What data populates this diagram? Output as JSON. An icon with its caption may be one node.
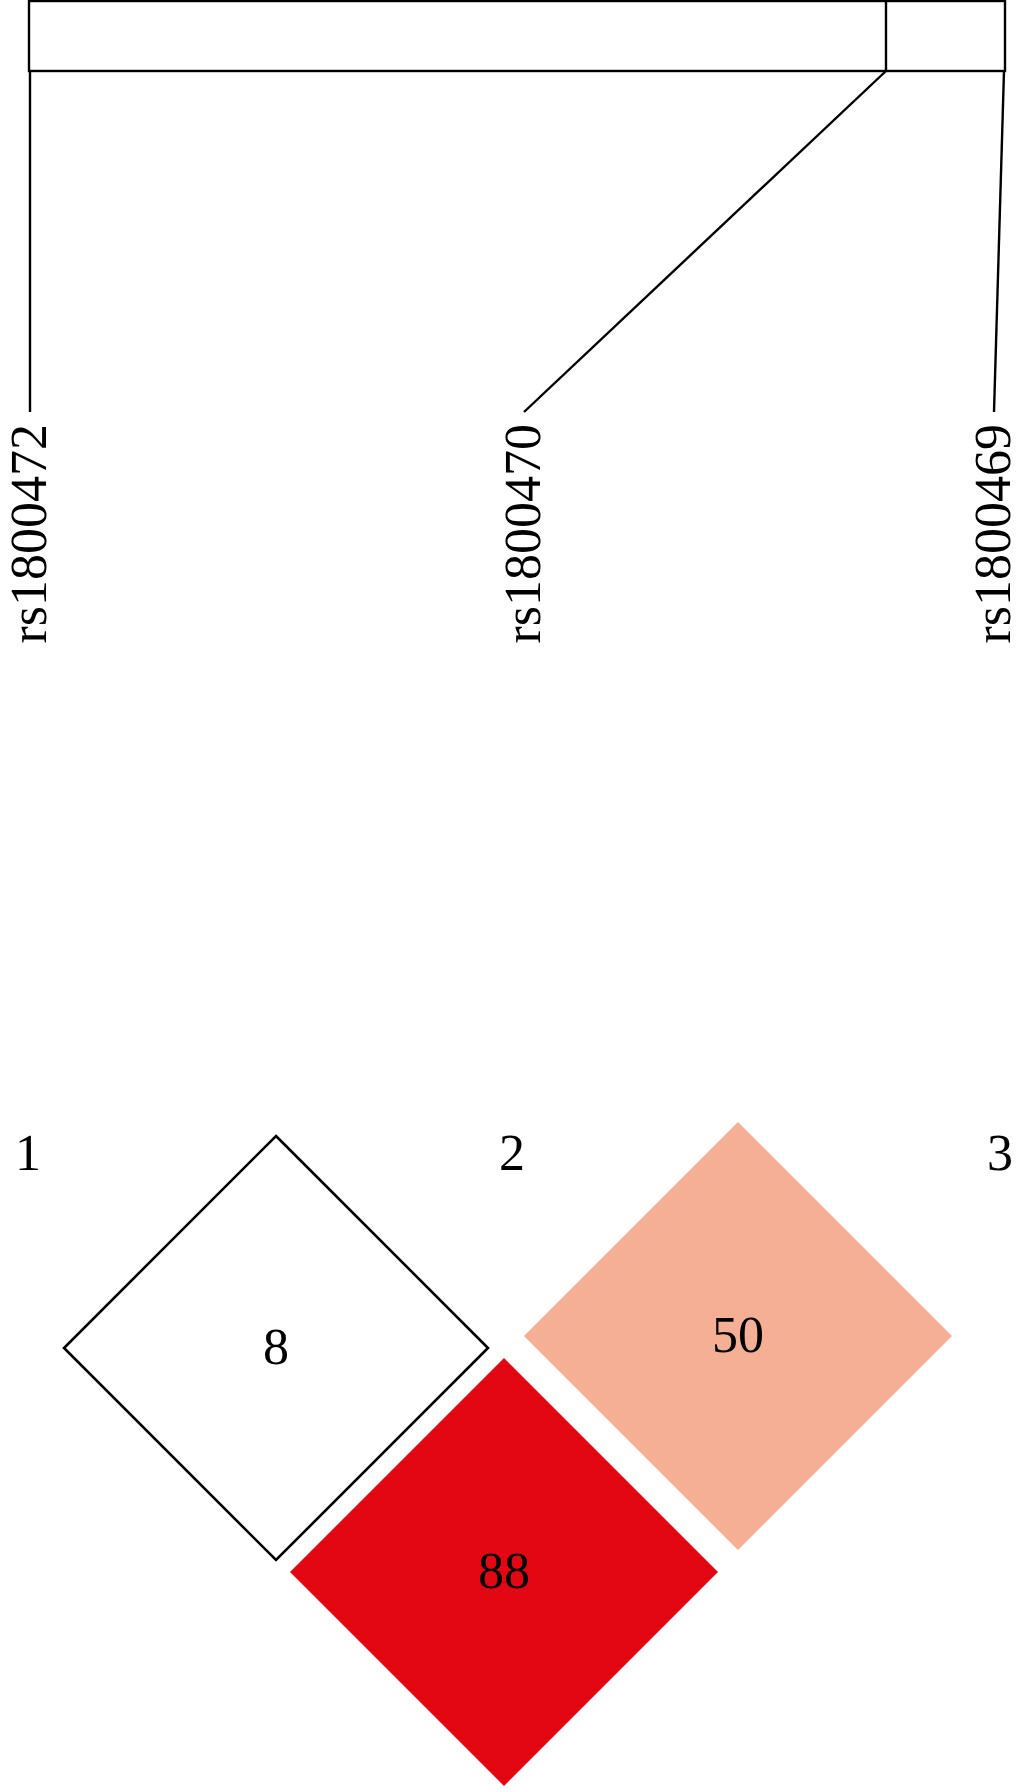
{
  "diagram": {
    "nodes": [
      {
        "text": [],
        "shape": "bar"
      },
      {
        "text": [
          "rs1800472"
        ]
      },
      {
        "text": [
          "rs1800470"
        ]
      },
      {
        "text": [
          "rs1800469"
        ]
      },
      {
        "text": [
          "8"
        ]
      },
      {
        "text": [
          "50"
        ]
      },
      {
        "text": [
          "88"
        ]
      }
    ],
    "edges": [
      {
        "from": 1,
        "to": 0,
        "arrow": "none"
      },
      {
        "from": 2,
        "to": 0,
        "arrow": "none"
      },
      {
        "from": 3,
        "to": 0,
        "arrow": "none"
      }
    ],
    "labels": [
      "1",
      "2",
      "3"
    ]
  }
}
